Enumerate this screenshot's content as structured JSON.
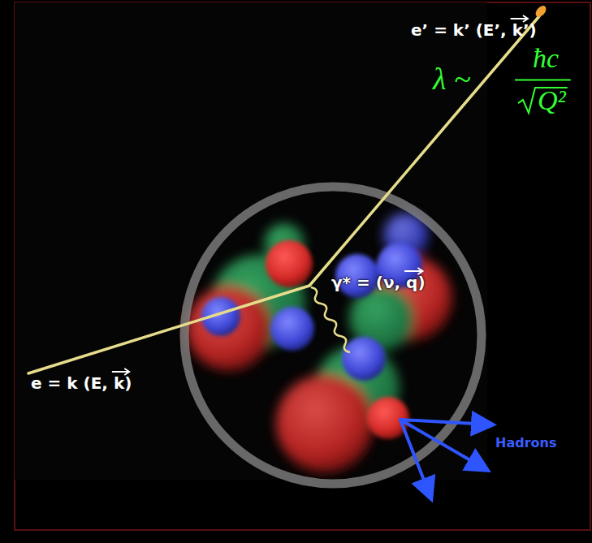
{
  "diagram": {
    "labels": [
      "e’ = k’ (E’, k’)",
      "λ ~",
      "ħc",
      "Q²",
      "γ* = (ν, q)",
      "e = k (E, k)",
      "Hadrons"
    ]
  }
}
